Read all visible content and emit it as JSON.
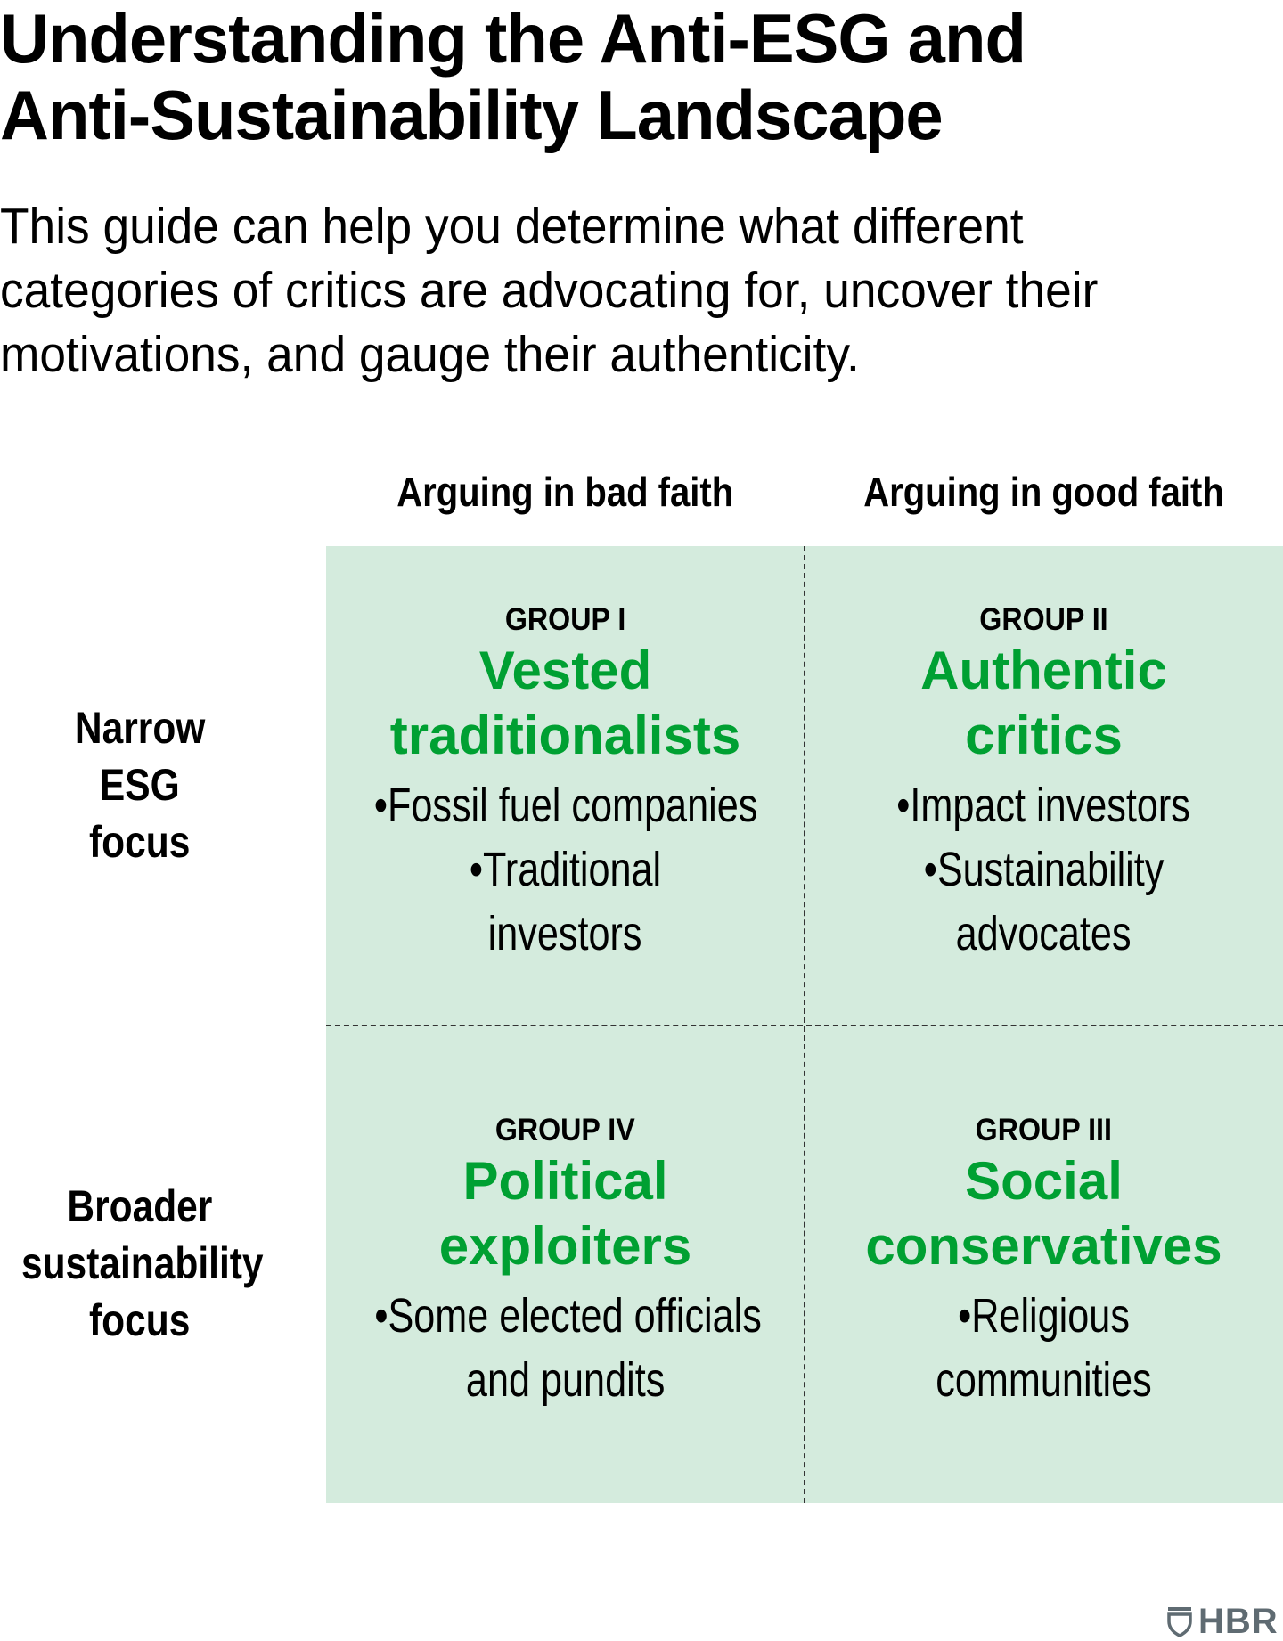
{
  "header": {
    "title_lines": [
      "Understanding the Anti-ESG and",
      "Anti-Sustainability Landscape"
    ],
    "subtitle_lines": [
      "This guide can help you determine what different",
      "categories of critics are advocating for, uncover their",
      "motivations, and gauge their authenticity."
    ]
  },
  "matrix": {
    "columns": [
      "Arguing in bad faith",
      "Arguing in good faith"
    ],
    "rows": [
      {
        "label_lines": [
          "Narrow",
          "ESG",
          "focus"
        ]
      },
      {
        "label_lines": [
          "Broader",
          "sustainability",
          "focus"
        ]
      }
    ],
    "cells": {
      "top_left": {
        "group": "GROUP I",
        "name_lines": [
          "Vested",
          "traditionalists"
        ],
        "item_lines": [
          "•Fossil fuel companies",
          "•Traditional",
          "investors"
        ]
      },
      "top_right": {
        "group": "GROUP II",
        "name_lines": [
          "Authentic",
          "critics"
        ],
        "item_lines": [
          "•Impact investors",
          "•Sustainability",
          "advocates"
        ]
      },
      "bottom_left": {
        "group": "GROUP IV",
        "name_lines": [
          "Political",
          "exploiters"
        ],
        "item_lines": [
          "•Some elected officials",
          "and pundits"
        ]
      },
      "bottom_right": {
        "group": "GROUP III",
        "name_lines": [
          "Social",
          "conservatives"
        ],
        "item_lines": [
          "•Religious",
          "communities"
        ]
      }
    },
    "colors": {
      "background": "#d4ebdd",
      "accent": "#00a032",
      "divider": "#333333"
    }
  },
  "footer": {
    "logo_icon": "hbr-shield-icon",
    "logo_text": "HBR",
    "logo_color": "#5f6b72"
  }
}
